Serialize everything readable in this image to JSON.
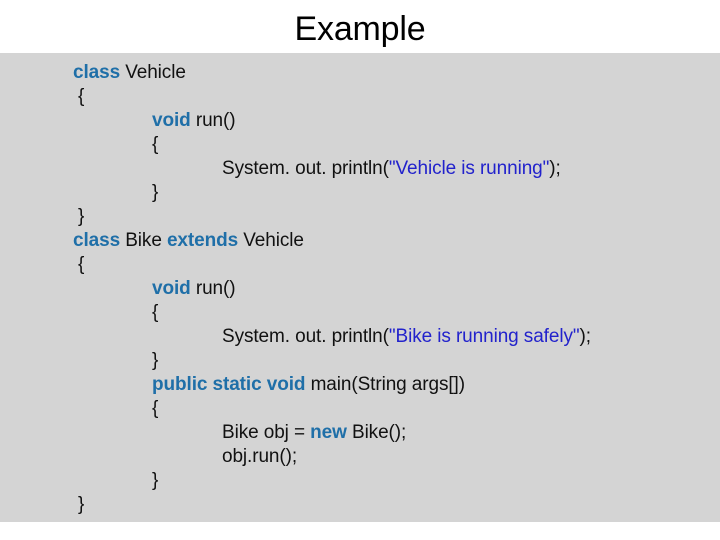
{
  "slide": {
    "title": "Example",
    "background_color": "#FFFFFF",
    "code_block_color": "#D4D4D4"
  },
  "syntax_colors": {
    "keyword": "#1F6FA8",
    "string": "#2222CC",
    "plain": "#111111"
  },
  "code": {
    "language": "java",
    "lines": [
      {
        "indent": 0,
        "tokens": [
          {
            "t": "keyword",
            "v": "class"
          },
          {
            "t": "plain",
            "v": " Vehicle"
          }
        ]
      },
      {
        "indent": 0,
        "tokens": [
          {
            "t": "plain",
            "v": "{"
          }
        ]
      },
      {
        "indent": 1,
        "tokens": [
          {
            "t": "keyword",
            "v": "void"
          },
          {
            "t": "plain",
            "v": " run()"
          }
        ]
      },
      {
        "indent": 1,
        "tokens": [
          {
            "t": "plain",
            "v": "{"
          }
        ]
      },
      {
        "indent": 2,
        "tokens": [
          {
            "t": "plain",
            "v": "System. out. println("
          },
          {
            "t": "string",
            "v": "\"Vehicle is running\""
          },
          {
            "t": "plain",
            "v": ");"
          }
        ]
      },
      {
        "indent": 1,
        "tokens": [
          {
            "t": "plain",
            "v": "}"
          }
        ]
      },
      {
        "indent": 0,
        "tokens": [
          {
            "t": "plain",
            "v": "}"
          }
        ]
      },
      {
        "indent": 0,
        "tokens": [
          {
            "t": "keyword",
            "v": "class"
          },
          {
            "t": "plain",
            "v": " Bike "
          },
          {
            "t": "keyword",
            "v": "extends"
          },
          {
            "t": "plain",
            "v": " Vehicle"
          }
        ]
      },
      {
        "indent": 0,
        "tokens": [
          {
            "t": "plain",
            "v": "{"
          }
        ]
      },
      {
        "indent": 1,
        "tokens": [
          {
            "t": "keyword",
            "v": "void"
          },
          {
            "t": "plain",
            "v": " run()"
          }
        ]
      },
      {
        "indent": 1,
        "tokens": [
          {
            "t": "plain",
            "v": "{"
          }
        ]
      },
      {
        "indent": 2,
        "tokens": [
          {
            "t": "plain",
            "v": "System. out. println("
          },
          {
            "t": "string",
            "v": "\"Bike is running safely\""
          },
          {
            "t": "plain",
            "v": ");"
          }
        ]
      },
      {
        "indent": 1,
        "tokens": [
          {
            "t": "plain",
            "v": "}"
          }
        ]
      },
      {
        "indent": 1,
        "tokens": [
          {
            "t": "keyword",
            "v": "public static void"
          },
          {
            "t": "plain",
            "v": " main(String args[])"
          }
        ]
      },
      {
        "indent": 1,
        "tokens": [
          {
            "t": "plain",
            "v": "{"
          }
        ]
      },
      {
        "indent": 2,
        "tokens": [
          {
            "t": "plain",
            "v": "Bike obj = "
          },
          {
            "t": "keyword",
            "v": "new"
          },
          {
            "t": "plain",
            "v": " Bike();"
          }
        ]
      },
      {
        "indent": 2,
        "tokens": [
          {
            "t": "plain",
            "v": "obj.run();"
          }
        ]
      },
      {
        "indent": 1,
        "tokens": [
          {
            "t": "plain",
            "v": "}"
          }
        ]
      },
      {
        "indent": 0,
        "tokens": [
          {
            "t": "plain",
            "v": "}"
          }
        ]
      }
    ]
  }
}
